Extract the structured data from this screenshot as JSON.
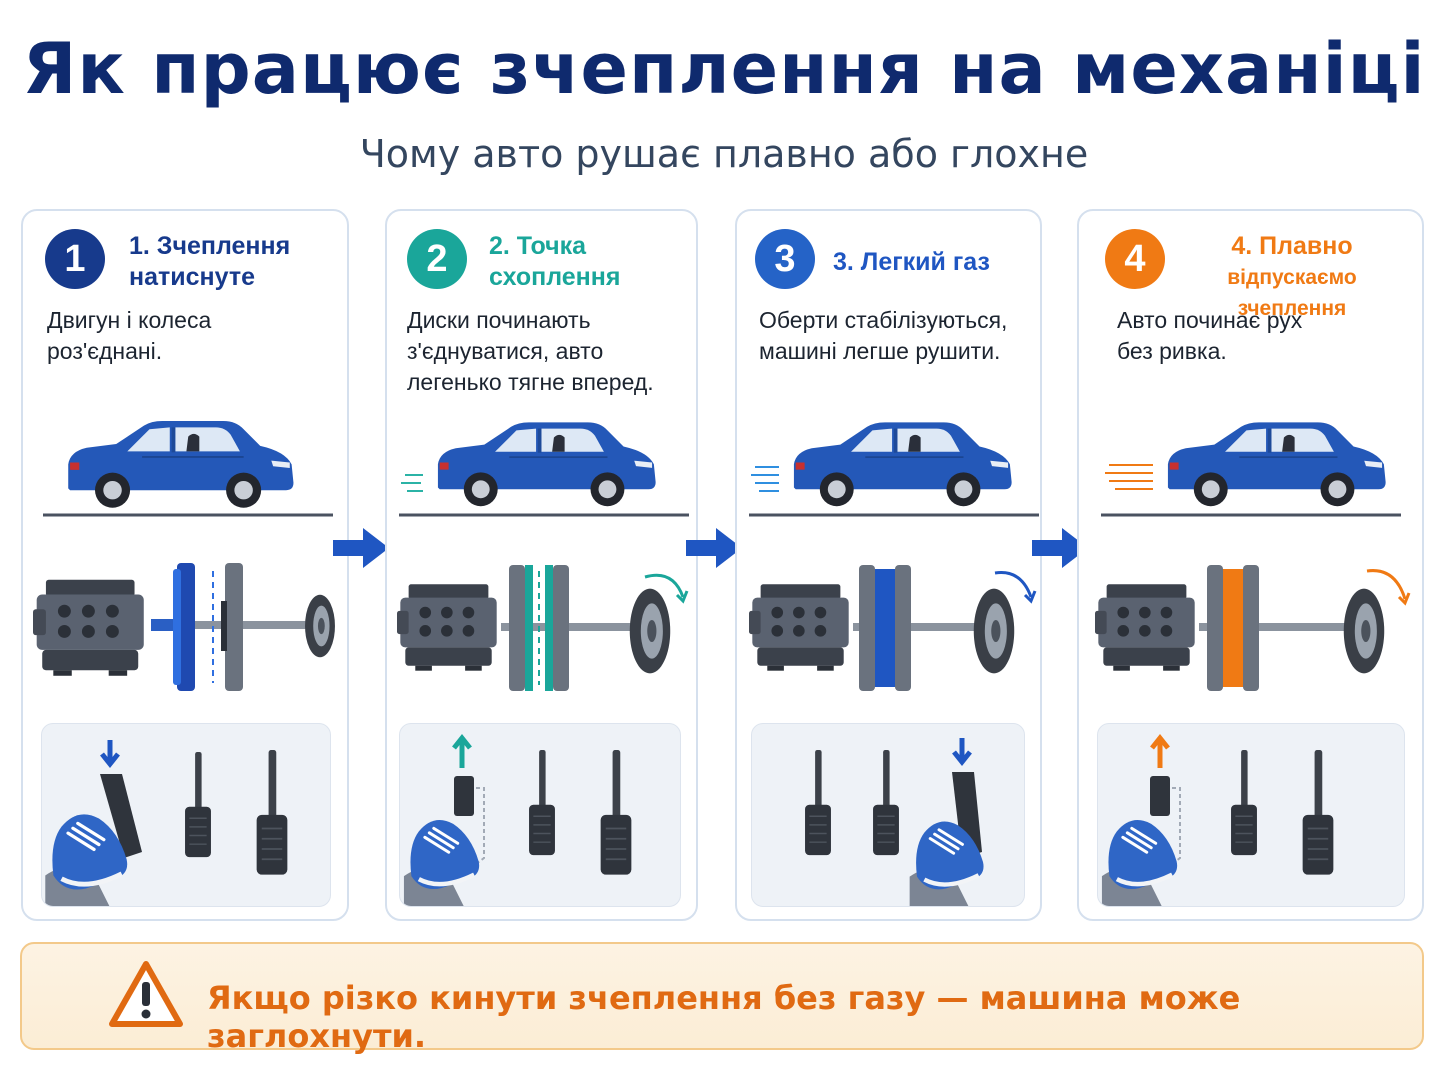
{
  "title": "Як працює зчеплення на механіці",
  "subtitle": "Чому авто рушає плавно або глохне",
  "colors": {
    "title": "#0f2a6e",
    "step1": "#173a8c",
    "step2": "#1aa69a",
    "step3": "#2563c7",
    "step4": "#f07a14",
    "car": "#2458b8",
    "warning": "#e06a12"
  },
  "steps": [
    {
      "number": "1",
      "title_line1": "1. Зчеплення",
      "title_line2": "натиснуте",
      "desc_line1": "Двигун і колеса",
      "desc_line2": "роз'єднані.",
      "desc_line3": ""
    },
    {
      "number": "2",
      "title_line1": "2. Точка",
      "title_line2": "схоплення",
      "desc_line1": "Диски починають",
      "desc_line2": "з'єднуватися, авто",
      "desc_line3": "легенько тягне вперед."
    },
    {
      "number": "3",
      "title_line1": "3. Легкий газ",
      "title_line2": "",
      "desc_line1": "Оберти стабілізуються,",
      "desc_line2": "машині легше рушити.",
      "desc_line3": ""
    },
    {
      "number": "4",
      "title_line1": "4. Плавно",
      "title_line2": "відпускаємо зчеплення",
      "desc_line1": "Авто починає рух",
      "desc_line2": "без ривка.",
      "desc_line3": ""
    }
  ],
  "warning": {
    "text": "Якщо різко кинути зчеплення без газу — машина може заглохнути.",
    "icon": "warning-triangle-icon"
  }
}
